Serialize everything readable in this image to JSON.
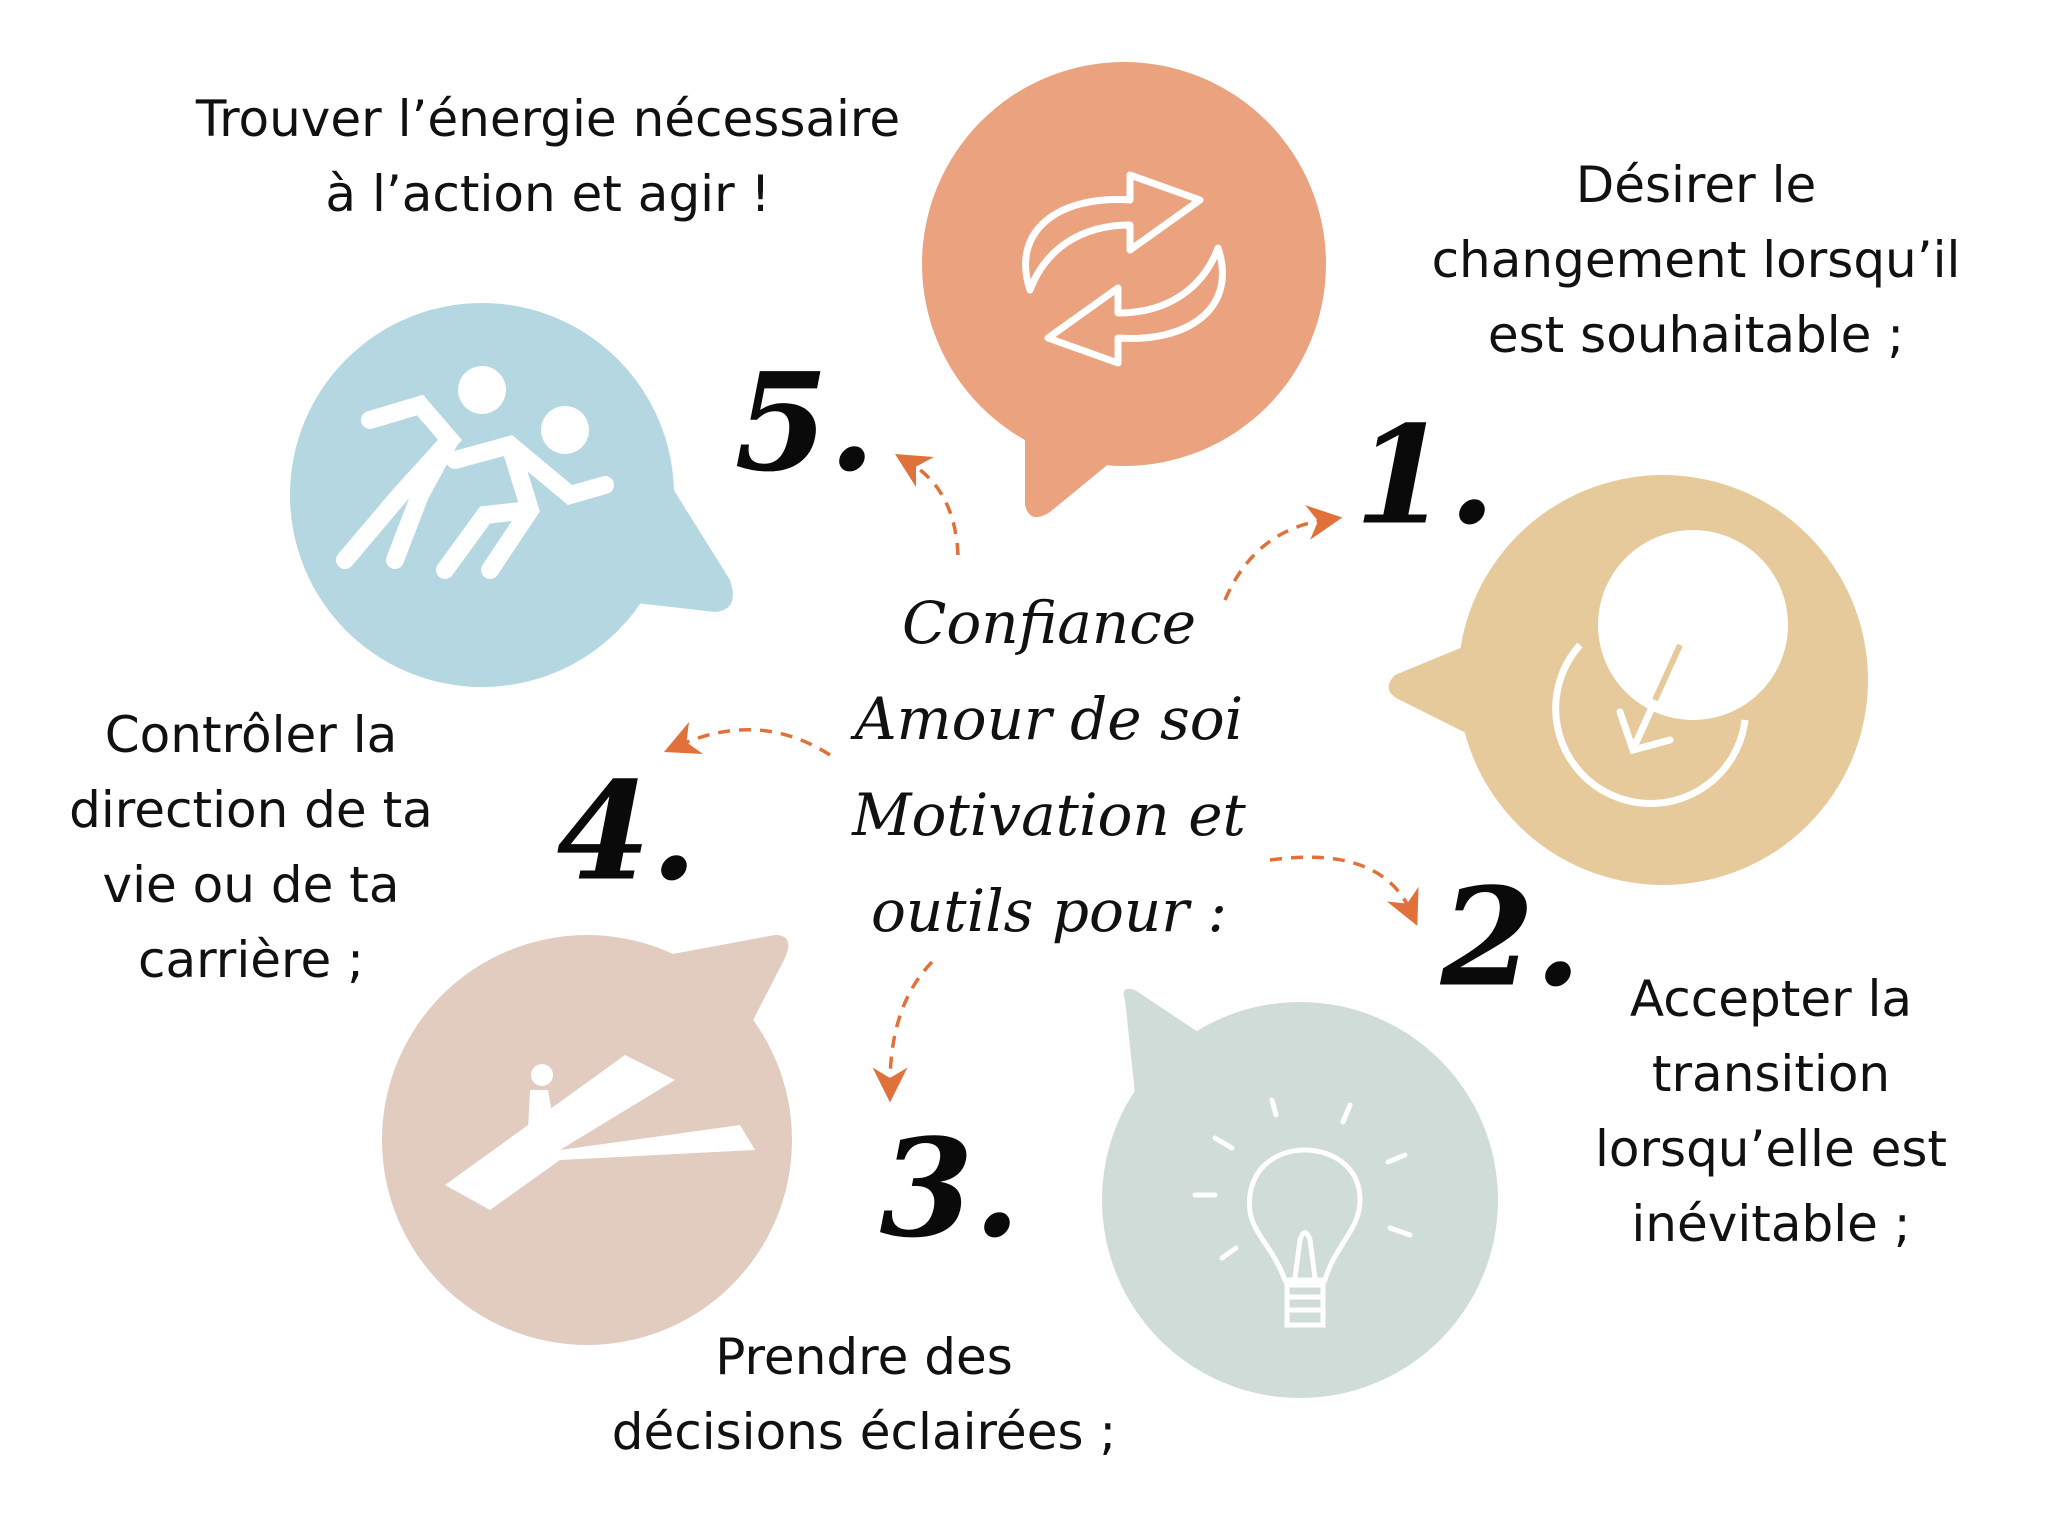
{
  "colors": {
    "orange": "#EBA27F",
    "tan": "#E6CA9C",
    "sage": "#CFDCD7",
    "pink": "#E2CBBF",
    "blue": "#B4D7E2",
    "arrow": "#E0713A"
  },
  "center": {
    "lines": [
      "Confiance",
      "Amour de soi",
      "Motivation et",
      "outils pour :"
    ]
  },
  "steps": [
    {
      "number": "1.",
      "lines": [
        "Désirer le",
        "changement lorsqu’il",
        "est souhaitable ;"
      ],
      "icon": "refresh-icon"
    },
    {
      "number": "2.",
      "lines": [
        "Accepter la",
        "transition",
        "lorsqu’elle est",
        "inévitable ;"
      ],
      "icon": "download-circle-icon"
    },
    {
      "number": "3.",
      "lines": [
        "Prendre des",
        "décisions éclairées ;"
      ],
      "icon": "lightbulb-icon"
    },
    {
      "number": "4.",
      "lines": [
        "Contrôler la",
        "direction de ta",
        "vie ou de ta",
        "carrière ;"
      ],
      "icon": "walking-path-icon"
    },
    {
      "number": "5.",
      "lines": [
        "Trouver l’énergie nécessaire",
        "à l’action et agir !"
      ],
      "icon": "running-people-icon"
    }
  ]
}
